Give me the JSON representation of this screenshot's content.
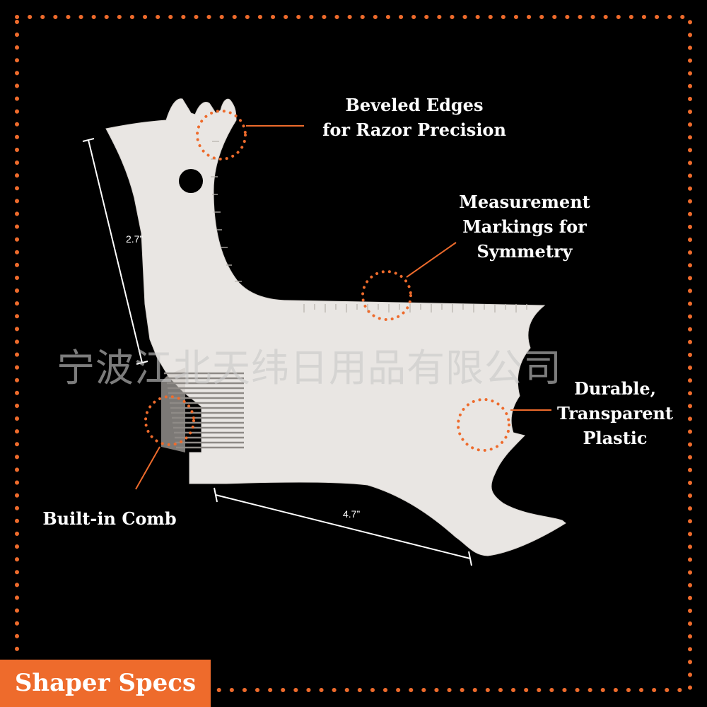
{
  "colors": {
    "background": "#000000",
    "accent": "#ee6b2c",
    "shaper": "#e9e6e3",
    "text": "#ffffff"
  },
  "watermark": "宁波江北天纬日用品有限公司",
  "brand_tab": "Shaper Specs",
  "dimensions": {
    "height": "2.7”",
    "width": "4.7”"
  },
  "callouts": {
    "beveled": {
      "line1": "Beveled Edges",
      "line2": "for Razor Precision"
    },
    "measurement": {
      "line1": "Measurement",
      "line2": "Markings for",
      "line3": "Symmetry"
    },
    "durable": {
      "line1": "Durable,",
      "line2": "Transparent",
      "line3": "Plastic"
    },
    "comb": {
      "line1": "Built-in Comb"
    }
  },
  "icons": {
    "border": "dotted-border",
    "shaper": "beard-shaper-tool-image",
    "comb": "comb-teeth-icon",
    "hotspot": "dotted-circle-icon"
  }
}
